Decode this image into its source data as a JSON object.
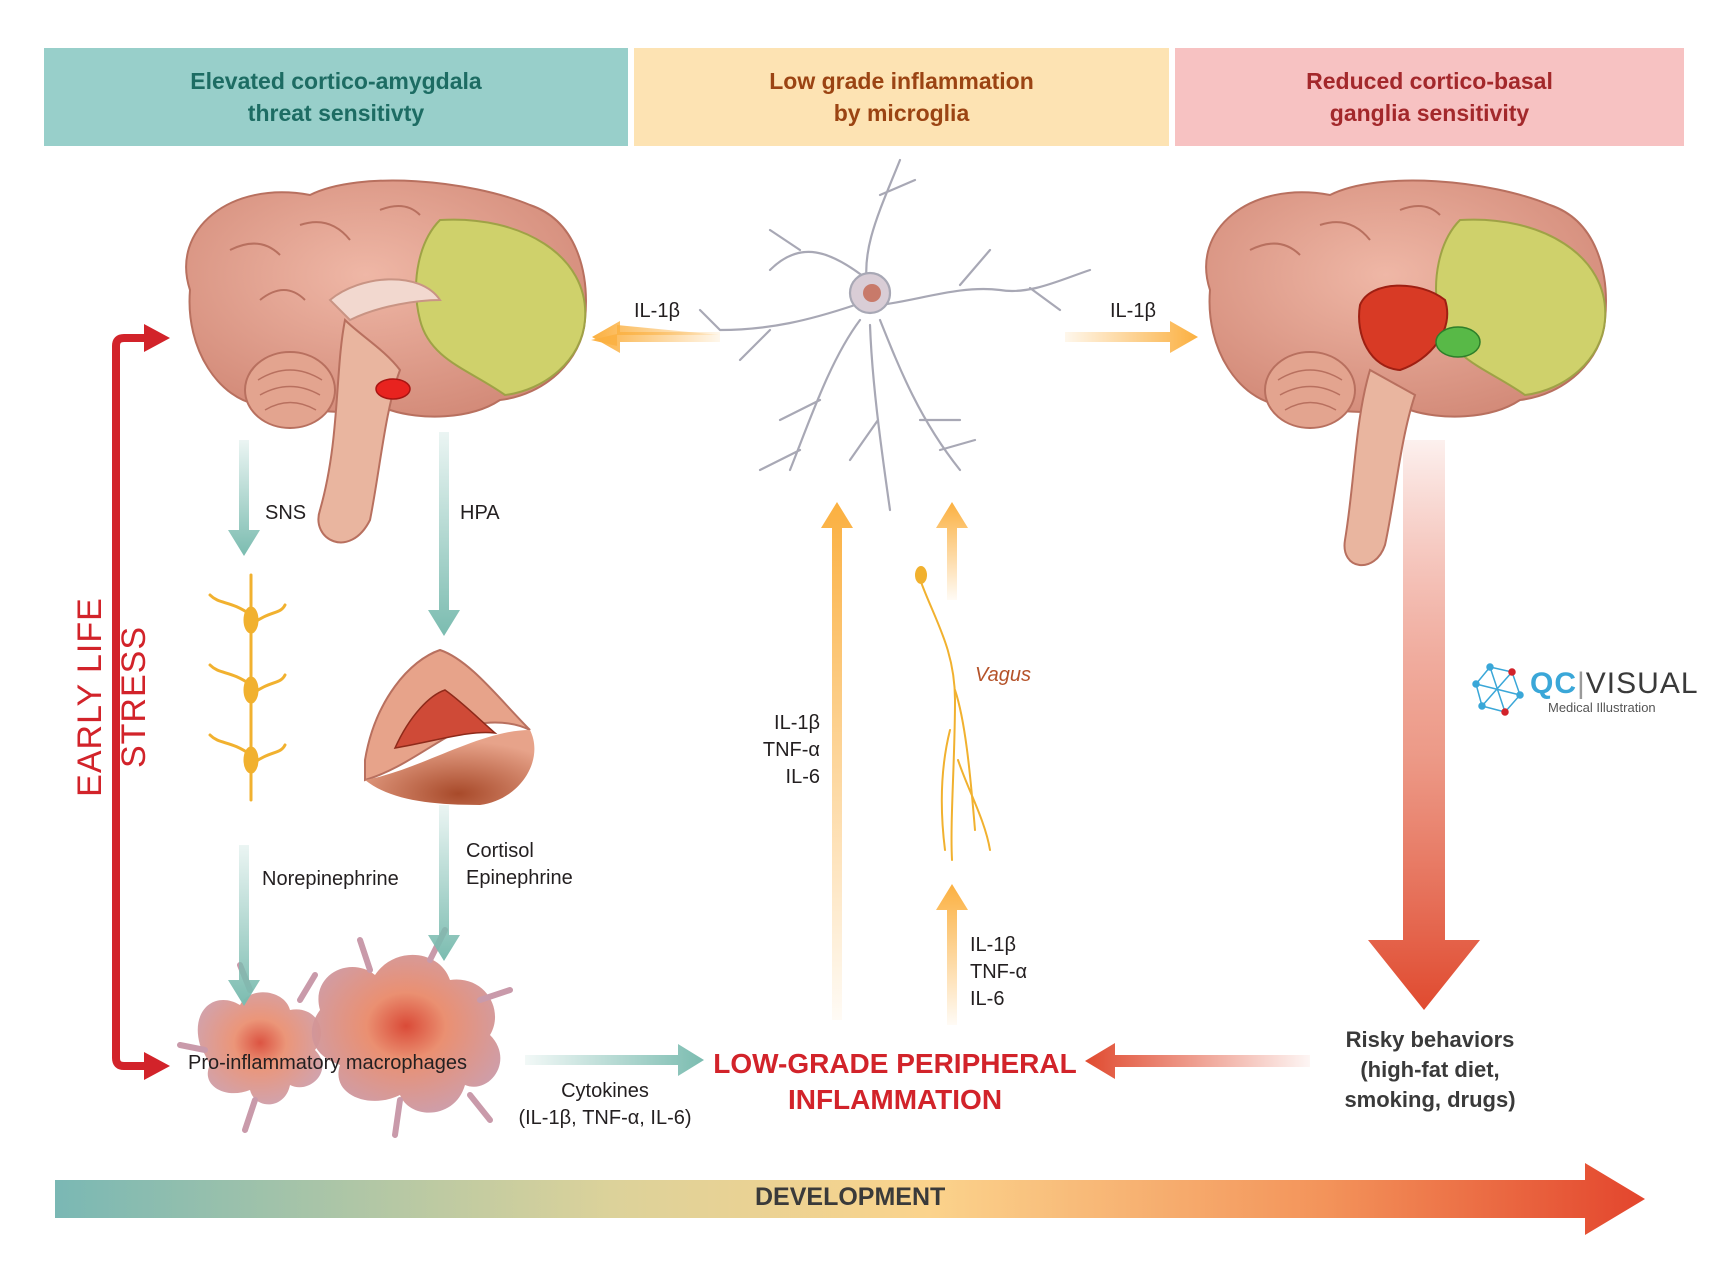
{
  "headers": [
    {
      "line1": "Elevated cortico-amygdala",
      "line2": "threat sensitivty",
      "bg": "#98cfca",
      "color": "#1d6c63"
    },
    {
      "line1": "Low grade inflammation",
      "line2": "by microglia",
      "bg": "#fde3b3",
      "color": "#9b4413"
    },
    {
      "line1": "Reduced cortico-basal",
      "line2": "ganglia sensitivity",
      "bg": "#f7c2c2",
      "color": "#a3282b"
    }
  ],
  "labels": {
    "left_il1b": "IL-1β",
    "right_il1b": "IL-1β",
    "sns": "SNS",
    "hpa": "HPA",
    "norepinephrine": "Norepinephrine",
    "cortisol": "Cortisol",
    "epinephrine": "Epinephrine",
    "vagus": "Vagus",
    "cytokines_upper": [
      "IL-1β",
      "TNF-α",
      "IL-6"
    ],
    "cytokines_lower": [
      "IL-1β",
      "TNF-α",
      "IL-6"
    ],
    "macrophages": "Pro-inflammatory macrophages",
    "cytokines_title": "Cytokines",
    "cytokines_list": "(IL-1β, TNF-α, IL-6)",
    "peripheral_line1": "LOW-GRADE PERIPHERAL",
    "peripheral_line2": "INFLAMMATION",
    "risky_line1": "Risky behaviors",
    "risky_line2": "(high-fat diet,",
    "risky_line3": "smoking, drugs)",
    "early_life_stress": "EARLY LIFE STRESS",
    "development": "DEVELOPMENT"
  },
  "logo": {
    "brand": "QC",
    "name": "VISUAL",
    "tagline": "Medical Illustration"
  },
  "colors": {
    "teal_arrow": "#7bbcb0",
    "orange_arrow": "#fbb040",
    "red": "#d2232a",
    "red_orange": "#e04a2f",
    "brain_pink": "#e7a593",
    "frontal_yellow": "#cfd16b",
    "amygdala_red": "#e8231f",
    "basal_green": "#58b947",
    "header_text_dark": "#3a3a3a"
  }
}
